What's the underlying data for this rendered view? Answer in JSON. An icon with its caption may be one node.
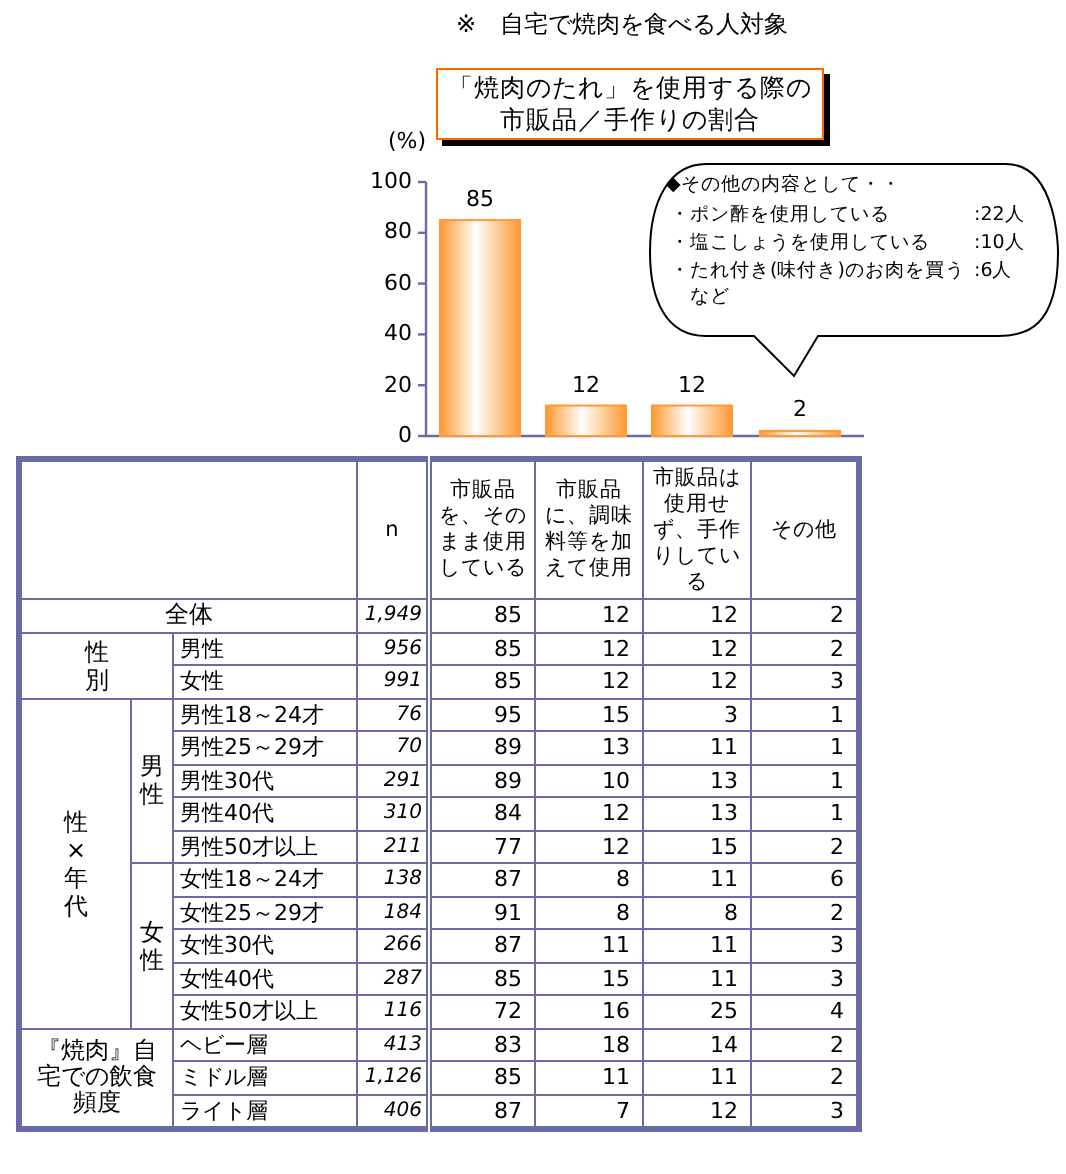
{
  "diagram": {
    "title": "「焼肉のたれ」を使用する際の市販品／手作りの割合",
    "caption": "※　自宅で焼肉を食べる人対象",
    "nodes": [
      {
        "text": [
          "◆その他の内容として・・",
          "・ポン酢を使用している",
          ":22人",
          "・塩こしょうを使用している",
          ":10人",
          "・たれ付き(味付き)のお肉を買うなど",
          ":6人"
        ]
      }
    ],
    "labels": [
      "n",
      "市販品を、そのまま使用している",
      "市販品に、調味料等を加えて使用",
      "市販品は使用せず、手作りしている",
      "その他",
      "全体",
      "1,949",
      "85",
      "12",
      "12",
      "2",
      "性別",
      "男性",
      "956",
      "85",
      "12",
      "12",
      "2",
      "女性",
      "991",
      "85",
      "12",
      "12",
      "3",
      "性×年代",
      "男性",
      "男性18～24才",
      "76",
      "95",
      "15",
      "3",
      "1",
      "男性25～29才",
      "70",
      "89",
      "13",
      "11",
      "1",
      "男性30代",
      "291",
      "89",
      "10",
      "13",
      "1",
      "男性40代",
      "310",
      "84",
      "12",
      "13",
      "1",
      "男性50才以上",
      "211",
      "77",
      "12",
      "15",
      "2",
      "女性",
      "女性18～24才",
      "138",
      "87",
      "8",
      "11",
      "6",
      "女性25～29才",
      "184",
      "91",
      "8",
      "8",
      "2",
      "女性30代",
      "266",
      "87",
      "11",
      "11",
      "3",
      "女性40代",
      "287",
      "85",
      "15",
      "11",
      "3",
      "女性50才以上",
      "116",
      "72",
      "16",
      "25",
      "4",
      "『焼肉』自宅での飲食頻度",
      "ヘビー層",
      "413",
      "83",
      "18",
      "14",
      "2",
      "ミドル層",
      "1,126",
      "85",
      "11",
      "11",
      "2",
      "ライト層",
      "406",
      "87",
      "7",
      "12",
      "3"
    ],
    "chart_data": {
      "type": "bar",
      "ylabel": "(%)",
      "ylim": [
        0,
        100
      ],
      "yticks": [
        0,
        20,
        40,
        60,
        80,
        100
      ],
      "value_labels": [
        "85",
        "12",
        "12",
        "2"
      ],
      "series": [
        {
          "color": "#ff9933",
          "values": [
            85,
            12,
            12,
            2
          ]
        }
      ]
    }
  }
}
